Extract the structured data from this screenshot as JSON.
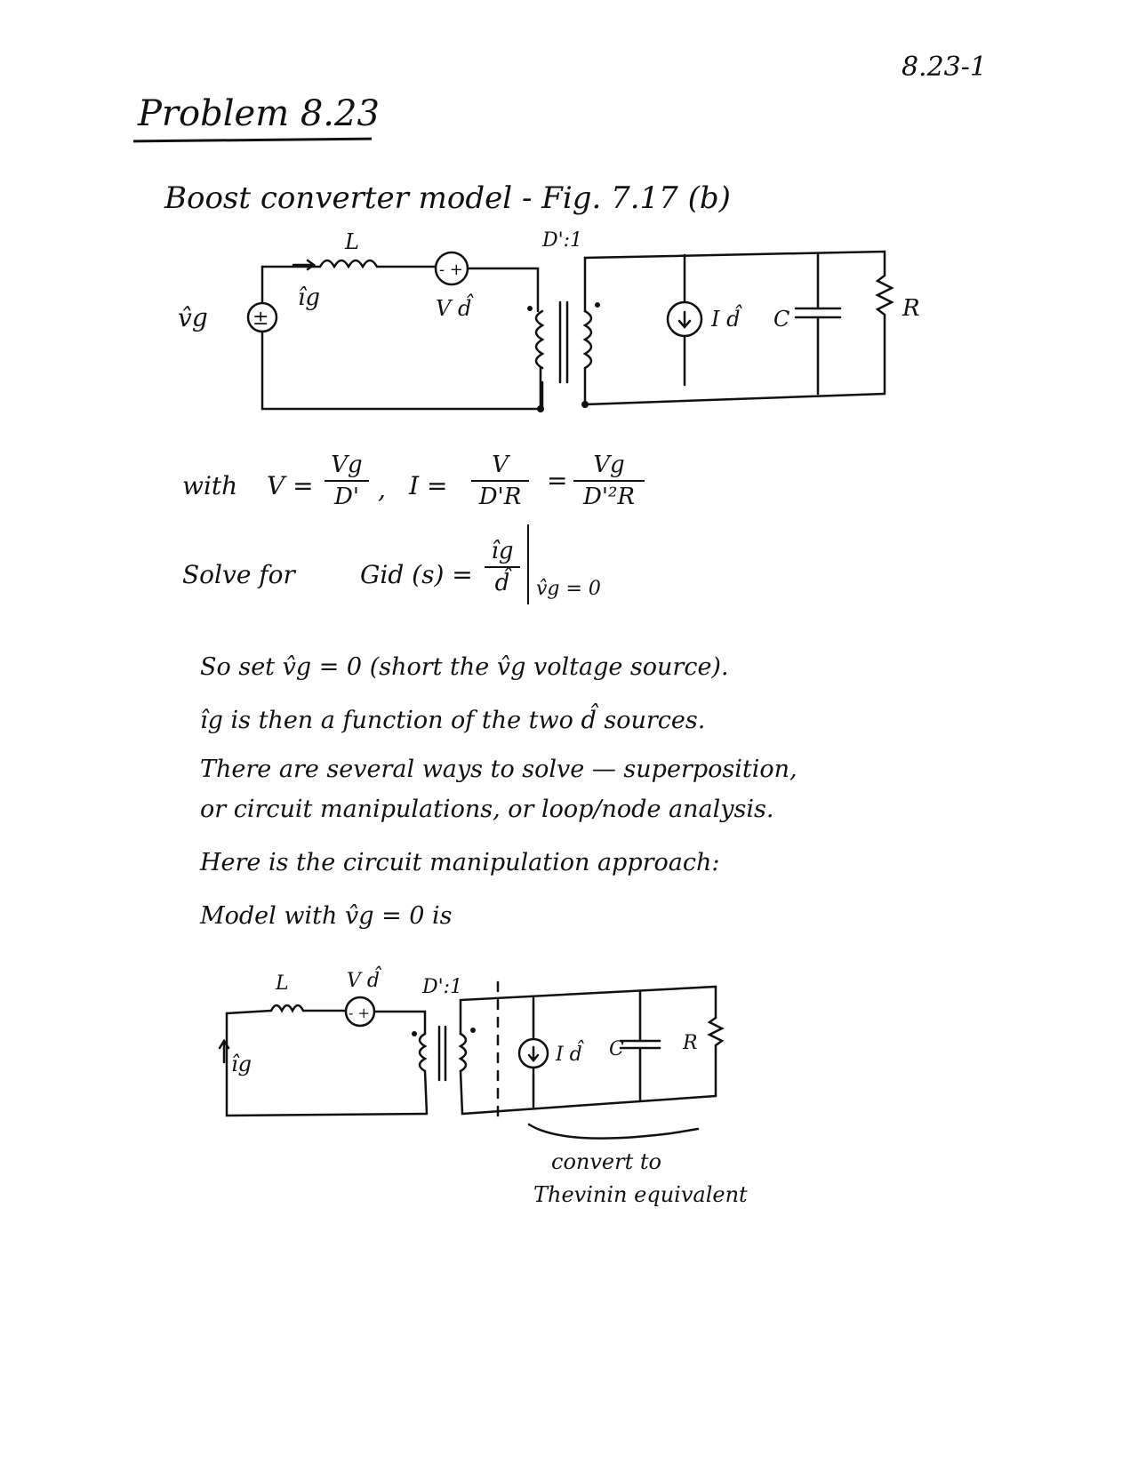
{
  "page_number": "8.23-1",
  "title": "Problem 8.23",
  "intro": "Boost converter model - Fig. 7.17 (b)",
  "circuit1": {
    "L": "L",
    "ratio": "D':1",
    "vg_label": "v̂g",
    "ig_label": "îg",
    "plusminus": "±",
    "src_sign": "- +",
    "vd_label": "V d̂",
    "id_label": "I d̂",
    "C": "C",
    "R": "R"
  },
  "eq1": {
    "with": "with",
    "V": "V =",
    "V_num": "Vg",
    "V_den": "D'",
    "sep": ",",
    "I": "I =",
    "I_num": "V",
    "I_den": "D'R",
    "eq": "=",
    "I2_num": "Vg",
    "I2_den": "D'²R"
  },
  "eq2": {
    "solve_for": "Solve for",
    "G": "Gid (s) =",
    "num": "îg",
    "den": "d̂",
    "cond": "v̂g = 0"
  },
  "text_lines": [
    "So set v̂g = 0 (short the v̂g voltage source).",
    "îg is then a function of the two d̂ sources.",
    "There are several ways to solve — superposition,",
    "or circuit manipulations, or loop/node analysis.",
    "Here is the circuit manipulation approach:",
    "Model with v̂g = 0 is"
  ],
  "circuit2": {
    "L": "L",
    "vd": "V d̂",
    "ratio": "D':1",
    "ig": "îg",
    "src_sign": "- +",
    "id": "I d̂",
    "C": "C",
    "R": "R"
  },
  "note": [
    "convert to",
    "Thevinin equivalent"
  ]
}
